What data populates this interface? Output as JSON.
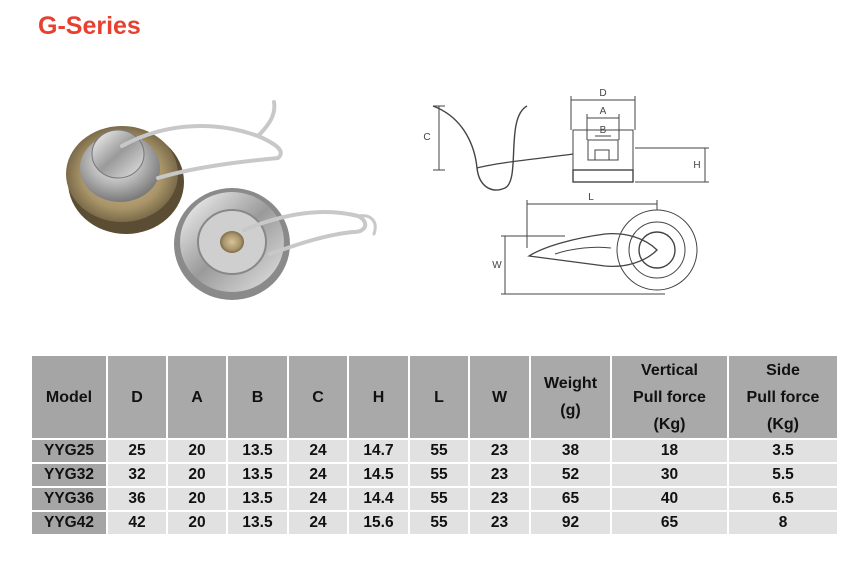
{
  "page": {
    "title": "G-Series"
  },
  "drawing_labels": {
    "D": "D",
    "A": "A",
    "B": "B",
    "C": "C",
    "H": "H",
    "L": "L",
    "W": "W"
  },
  "table": {
    "headers": [
      {
        "key": "model",
        "lines": [
          "Model"
        ]
      },
      {
        "key": "d",
        "lines": [
          "D"
        ]
      },
      {
        "key": "a",
        "lines": [
          "A"
        ]
      },
      {
        "key": "b",
        "lines": [
          "B"
        ]
      },
      {
        "key": "c",
        "lines": [
          "C"
        ]
      },
      {
        "key": "h",
        "lines": [
          "H"
        ]
      },
      {
        "key": "l",
        "lines": [
          "L"
        ]
      },
      {
        "key": "w",
        "lines": [
          "W"
        ]
      },
      {
        "key": "weight",
        "lines": [
          "Weight",
          "(g)"
        ]
      },
      {
        "key": "vertical",
        "lines": [
          "Vertical",
          "Pull force",
          "(Kg)"
        ]
      },
      {
        "key": "side",
        "lines": [
          "Side",
          "Pull force",
          "(Kg)"
        ]
      }
    ],
    "rows": [
      [
        "YYG25",
        "25",
        "20",
        "13.5",
        "24",
        "14.7",
        "55",
        "23",
        "38",
        "18",
        "3.5"
      ],
      [
        "YYG32",
        "32",
        "20",
        "13.5",
        "24",
        "14.5",
        "55",
        "23",
        "52",
        "30",
        "5.5"
      ],
      [
        "YYG36",
        "36",
        "20",
        "13.5",
        "24",
        "14.4",
        "55",
        "23",
        "65",
        "40",
        "6.5"
      ],
      [
        "YYG42",
        "42",
        "20",
        "13.5",
        "24",
        "15.6",
        "55",
        "23",
        "92",
        "65",
        "8"
      ]
    ]
  }
}
